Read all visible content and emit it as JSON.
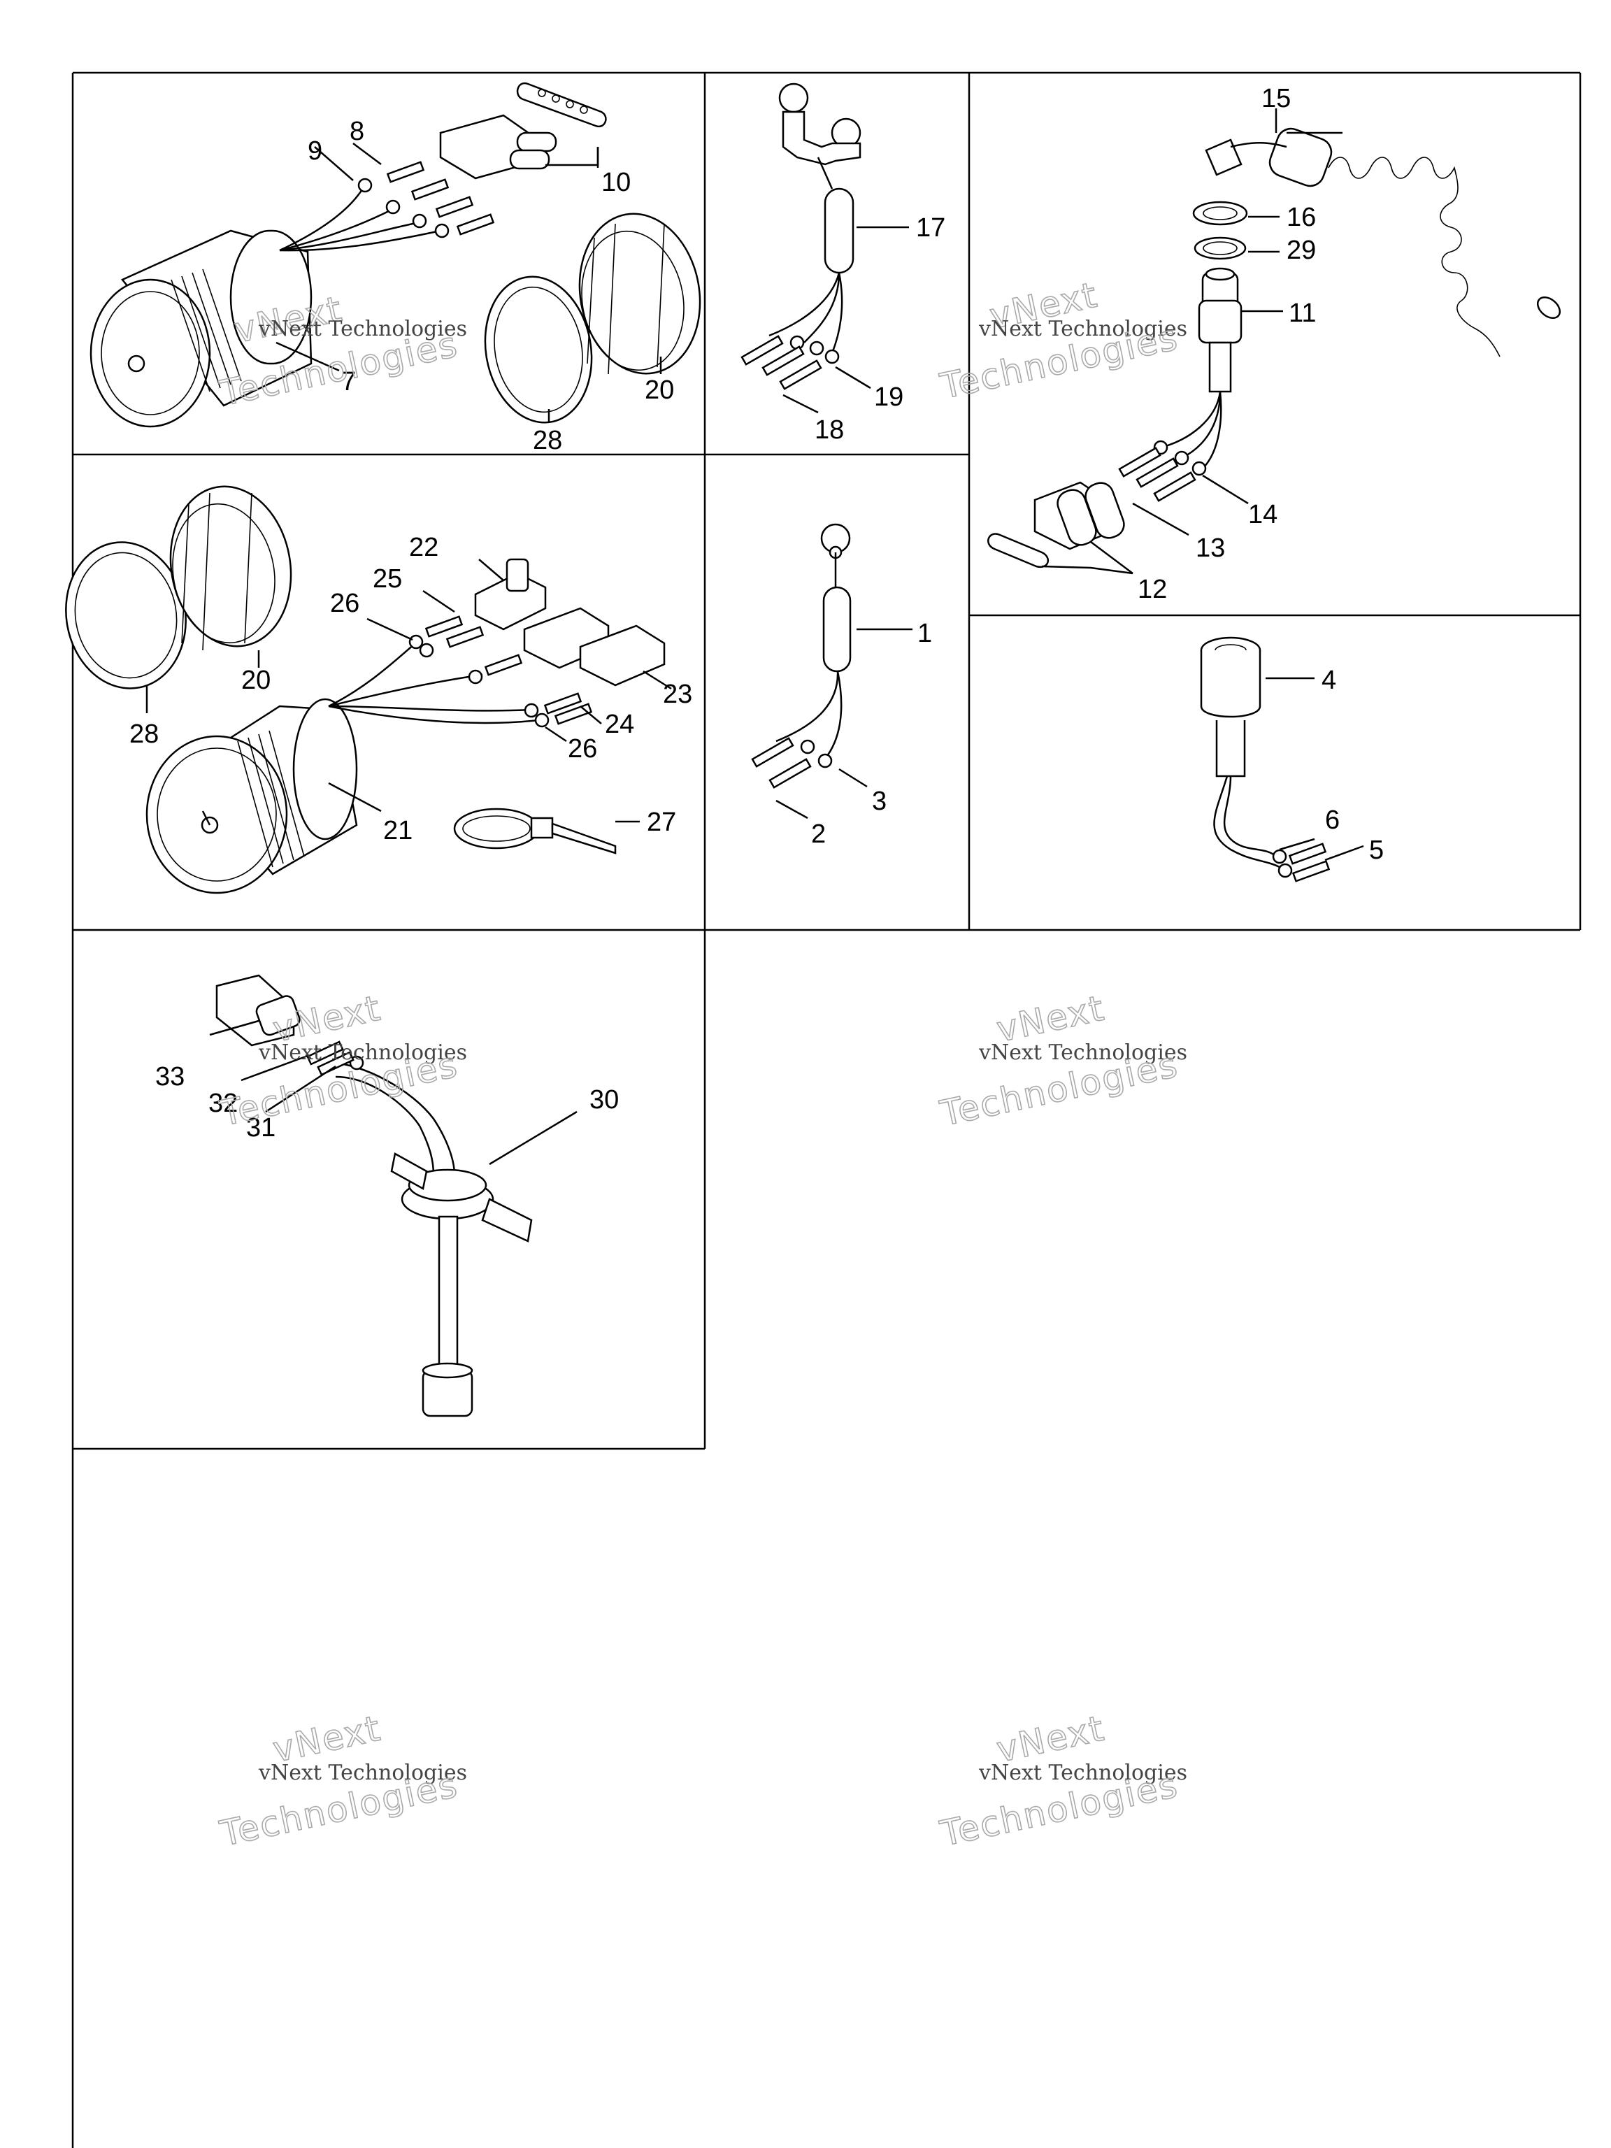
{
  "diagram": {
    "watermark": {
      "line1": "vNext Technologies",
      "line2": "Technologies",
      "overlay": "vNext"
    },
    "callouts": [
      {
        "id": "c1",
        "text": "1"
      },
      {
        "id": "c2",
        "text": "2"
      },
      {
        "id": "c3",
        "text": "3"
      },
      {
        "id": "c4",
        "text": "4"
      },
      {
        "id": "c5",
        "text": "5"
      },
      {
        "id": "c6",
        "text": "6"
      },
      {
        "id": "c7",
        "text": "7"
      },
      {
        "id": "c8",
        "text": "8"
      },
      {
        "id": "c9",
        "text": "9"
      },
      {
        "id": "c10",
        "text": "10"
      },
      {
        "id": "c11",
        "text": "11"
      },
      {
        "id": "c12",
        "text": "12"
      },
      {
        "id": "c13",
        "text": "13"
      },
      {
        "id": "c14",
        "text": "14"
      },
      {
        "id": "c15",
        "text": "15"
      },
      {
        "id": "c16",
        "text": "16"
      },
      {
        "id": "c17",
        "text": "17"
      },
      {
        "id": "c18",
        "text": "18"
      },
      {
        "id": "c19",
        "text": "19"
      },
      {
        "id": "c20a",
        "text": "20"
      },
      {
        "id": "c20b",
        "text": "20"
      },
      {
        "id": "c21",
        "text": "21"
      },
      {
        "id": "c22",
        "text": "22"
      },
      {
        "id": "c23",
        "text": "23"
      },
      {
        "id": "c24",
        "text": "24"
      },
      {
        "id": "c25",
        "text": "25"
      },
      {
        "id": "c26a",
        "text": "26"
      },
      {
        "id": "c26b",
        "text": "26"
      },
      {
        "id": "c27",
        "text": "27"
      },
      {
        "id": "c28a",
        "text": "28"
      },
      {
        "id": "c28b",
        "text": "28"
      },
      {
        "id": "c29",
        "text": "29"
      },
      {
        "id": "c30",
        "text": "30"
      },
      {
        "id": "c31",
        "text": "31"
      },
      {
        "id": "c32",
        "text": "32"
      },
      {
        "id": "c33",
        "text": "33"
      }
    ]
  }
}
